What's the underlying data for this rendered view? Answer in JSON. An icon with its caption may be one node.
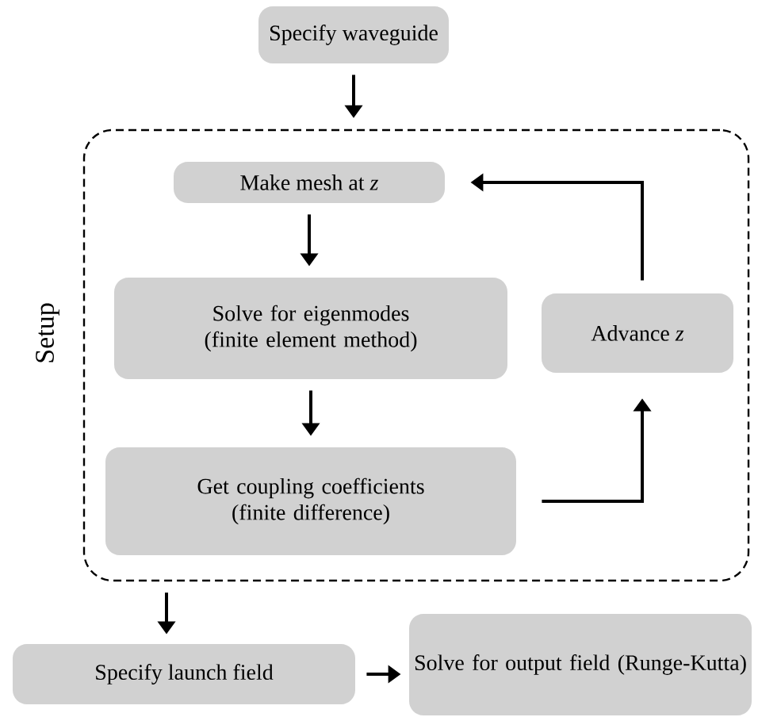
{
  "diagram": {
    "nodes": [
      {
        "text": [
          "Specify waveguide"
        ]
      },
      {
        "text": [
          "Setup"
        ]
      },
      {
        "text": [
          "Make mesh at *z*"
        ],
        "in": 1
      },
      {
        "text": [
          "Solve for eigenmodes (finite element method)"
        ],
        "in": 1
      },
      {
        "text": [
          "Advance *z*"
        ],
        "in": 1
      },
      {
        "text": [
          "Get coupling coefficients (finite difference)"
        ],
        "in": 1
      },
      {
        "text": [
          "Specify launch field"
        ]
      },
      {
        "text": [
          "Solve for output field (Runge-Kutta)"
        ]
      }
    ],
    "edges": [
      {
        "from": 0,
        "to": 1,
        "arrow": "to"
      },
      {
        "from": 2,
        "to": 3,
        "arrow": "to"
      },
      {
        "from": 3,
        "to": 5,
        "arrow": "to"
      },
      {
        "from": 5,
        "to": 4,
        "arrow": "to"
      },
      {
        "from": 4,
        "to": 2,
        "arrow": "to"
      },
      {
        "from": 1,
        "to": 6,
        "arrow": "to"
      },
      {
        "from": 6,
        "to": 7,
        "arrow": "to"
      }
    ]
  }
}
